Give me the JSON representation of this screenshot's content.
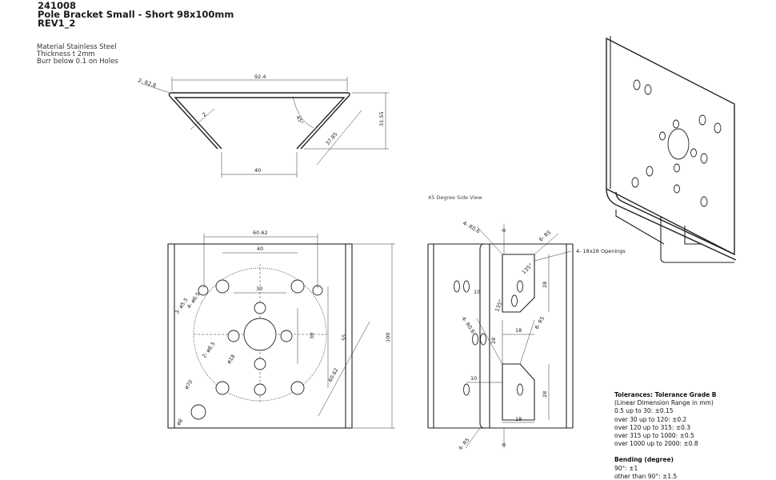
{
  "header": {
    "part_no": "241008",
    "name": "Pole Bracket Small - Short 98x100mm",
    "rev": "REV1_2"
  },
  "material": {
    "line1": "Material Stainless Steel",
    "line2": "Thickness t 2mm",
    "line3": "Burr below 0.1 on Holes"
  },
  "side_view_caption": "45 Degree Side View",
  "dims_top": {
    "r": "2- R2.8",
    "width": "92.4",
    "t": "2",
    "angle": "45°",
    "height": "31.55",
    "flange": "37.85",
    "bottom": "40"
  },
  "dims_front": {
    "d1": "60.62",
    "d2": "40",
    "d3": "30",
    "d4": "30",
    "d5": "55",
    "d6": "100",
    "d7": "60.62",
    "h1": "3- ø5.5",
    "h2": "4- ø6.5",
    "h3": "2- ø8.5",
    "h4": "ø18",
    "h5": "ø70",
    "h6": "ø8"
  },
  "dims_side": {
    "r1": "4- R0.6",
    "r2": "6- R5",
    "d8": "8",
    "openings": "4- 18x28 Openings",
    "a135": "135°",
    "d28a": "28",
    "d10a": "10",
    "a135b": "135°",
    "r3": "4- R0.6",
    "r4": "8- R5",
    "d18a": "18",
    "d28b": "28",
    "d10b": "10",
    "d28c": "28",
    "d18b": "18",
    "r5": "4- R5",
    "d8b": "8"
  },
  "tolerances": {
    "title": "Tolerances: Tolerance Grade B",
    "sub": "(Linear Dimension Range in mm)",
    "rows": [
      "0.5 up to 30: ±0.15",
      "over 30 up to 120: ±0.2",
      "over 120 up to 315: ±0.3",
      "over 315 up to 1000: ±0.5",
      "over 1000 up to 2000: ±0.8"
    ],
    "bend_title": "Bending (degree)",
    "bend_rows": [
      "90°: ±1",
      "other than 90°: ±1.5"
    ]
  },
  "colors": {
    "line": "#222222",
    "background": "#ffffff"
  }
}
